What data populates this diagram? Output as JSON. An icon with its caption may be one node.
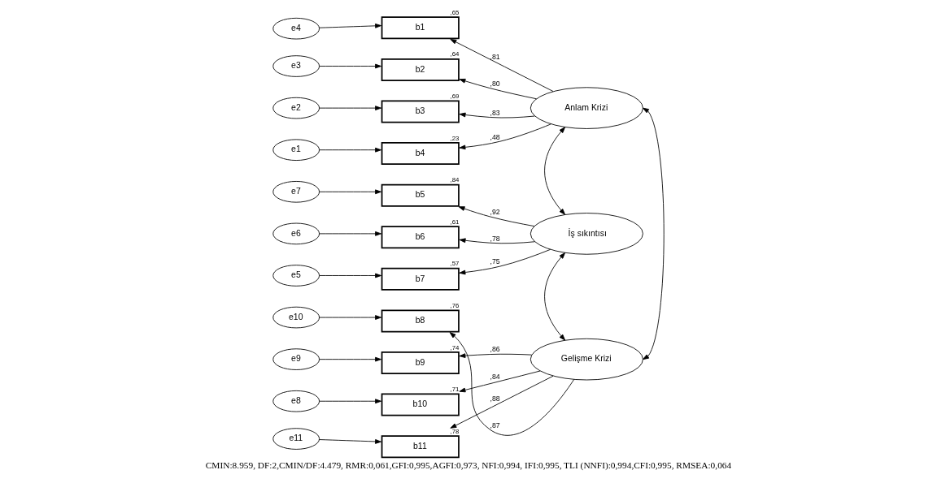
{
  "diagram": {
    "caption": "CMIN:8.959, DF:2,CMIN/DF:4.479, RMR:0,061,GFI:0,995,AGFI:0,973, NFI:0,994, IFI:0,995, TLI (NNFI):0,994,CFI:0,995, RMSEA:0,064",
    "nodes": [
      {
        "text": [
          "e4"
        ]
      },
      {
        "text": [
          "e3"
        ]
      },
      {
        "text": [
          "e2"
        ]
      },
      {
        "text": [
          "e1"
        ]
      },
      {
        "text": [
          "e7"
        ]
      },
      {
        "text": [
          "e6"
        ]
      },
      {
        "text": [
          "e5"
        ]
      },
      {
        "text": [
          "e10"
        ]
      },
      {
        "text": [
          "e9"
        ]
      },
      {
        "text": [
          "e8"
        ]
      },
      {
        "text": [
          "e11"
        ]
      },
      {
        "text": [
          "b1"
        ],
        "beside": [
          ",65"
        ]
      },
      {
        "text": [
          "b2"
        ],
        "beside": [
          ",64"
        ]
      },
      {
        "text": [
          "b3"
        ],
        "beside": [
          ",69"
        ]
      },
      {
        "text": [
          "b4"
        ],
        "beside": [
          ",23"
        ]
      },
      {
        "text": [
          "b5"
        ],
        "beside": [
          ",84"
        ]
      },
      {
        "text": [
          "b6"
        ],
        "beside": [
          ",61"
        ]
      },
      {
        "text": [
          "b7"
        ],
        "beside": [
          ",57"
        ]
      },
      {
        "text": [
          "b8"
        ],
        "beside": [
          ",76"
        ]
      },
      {
        "text": [
          "b9"
        ],
        "beside": [
          ",74"
        ]
      },
      {
        "text": [
          "b10"
        ],
        "beside": [
          ",71"
        ]
      },
      {
        "text": [
          "b11"
        ],
        "beside": [
          ",78"
        ]
      },
      {
        "text": [
          "Anlam Krizi"
        ]
      },
      {
        "text": [
          "İş sıkıntısı"
        ]
      },
      {
        "text": [
          "Gelişme Krizi"
        ]
      }
    ],
    "edges": [
      {
        "from": 0,
        "to": 11,
        "arrow": "to"
      },
      {
        "from": 1,
        "to": 12,
        "arrow": "to"
      },
      {
        "from": 2,
        "to": 13,
        "arrow": "to"
      },
      {
        "from": 3,
        "to": 14,
        "arrow": "to"
      },
      {
        "from": 4,
        "to": 15,
        "arrow": "to"
      },
      {
        "from": 5,
        "to": 16,
        "arrow": "to"
      },
      {
        "from": 6,
        "to": 17,
        "arrow": "to"
      },
      {
        "from": 7,
        "to": 18,
        "arrow": "to"
      },
      {
        "from": 8,
        "to": 19,
        "arrow": "to"
      },
      {
        "from": 9,
        "to": 20,
        "arrow": "to"
      },
      {
        "from": 10,
        "to": 21,
        "arrow": "to"
      },
      {
        "from": 22,
        "to": 11,
        "arrow": "to",
        "label": ",81"
      },
      {
        "from": 22,
        "to": 12,
        "arrow": "to",
        "label": ",80"
      },
      {
        "from": 22,
        "to": 13,
        "arrow": "to",
        "label": ",83"
      },
      {
        "from": 22,
        "to": 14,
        "arrow": "to",
        "label": ",48"
      },
      {
        "from": 23,
        "to": 15,
        "arrow": "to",
        "label": ",92"
      },
      {
        "from": 23,
        "to": 16,
        "arrow": "to",
        "label": ",78"
      },
      {
        "from": 23,
        "to": 17,
        "arrow": "to",
        "label": ",75"
      },
      {
        "from": 24,
        "to": 18,
        "arrow": "to",
        "label": ",87"
      },
      {
        "from": 24,
        "to": 19,
        "arrow": "to",
        "label": ",86"
      },
      {
        "from": 24,
        "to": 20,
        "arrow": "to",
        "label": ",84"
      },
      {
        "from": 24,
        "to": 21,
        "arrow": "to",
        "label": ",88"
      },
      {
        "from": 22,
        "to": 23,
        "arrow": "both"
      },
      {
        "from": 23,
        "to": 24,
        "arrow": "both"
      },
      {
        "from": 22,
        "to": 24,
        "arrow": "both"
      }
    ]
  }
}
